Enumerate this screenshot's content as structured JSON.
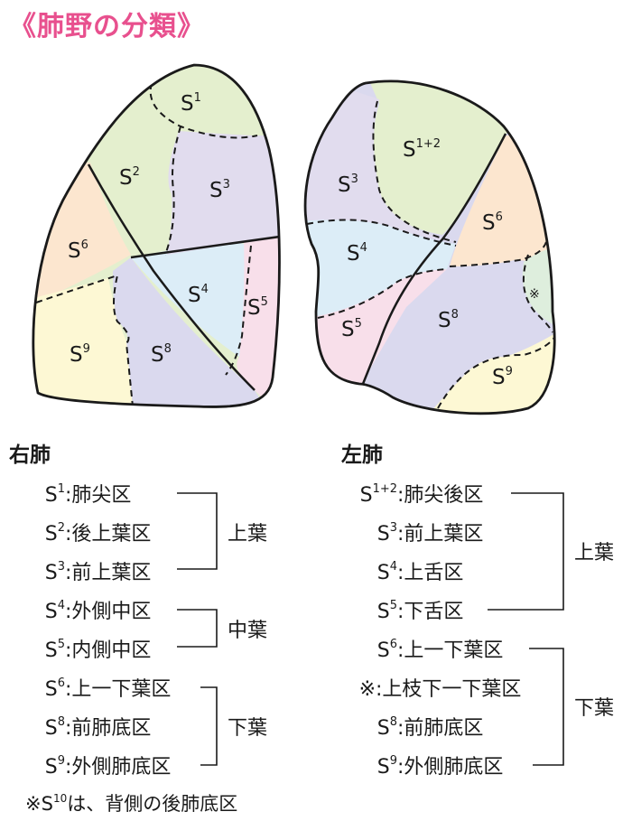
{
  "title": "《肺野の分類》",
  "segments": {
    "right": {
      "s1": {
        "base": "S",
        "sup": "1"
      },
      "s2": {
        "base": "S",
        "sup": "2"
      },
      "s3": {
        "base": "S",
        "sup": "3"
      },
      "s4": {
        "base": "S",
        "sup": "4"
      },
      "s5": {
        "base": "S",
        "sup": "5"
      },
      "s6": {
        "base": "S",
        "sup": "6"
      },
      "s8": {
        "base": "S",
        "sup": "8"
      },
      "s9": {
        "base": "S",
        "sup": "9"
      }
    },
    "left": {
      "s1_2": {
        "base": "S",
        "sup": "1+2"
      },
      "s3": {
        "base": "S",
        "sup": "3"
      },
      "s4": {
        "base": "S",
        "sup": "4"
      },
      "s5": {
        "base": "S",
        "sup": "5"
      },
      "s6": {
        "base": "S",
        "sup": "6"
      },
      "s8": {
        "base": "S",
        "sup": "8"
      },
      "s9": {
        "base": "S",
        "sup": "9"
      },
      "mark": "※"
    }
  },
  "colors": {
    "title": "#e8508e",
    "green": "#e4efce",
    "purple": "#e1dcee",
    "blue": "#dcedf7",
    "pink": "#f8dfea",
    "orange": "#fce6cf",
    "lavender": "#dad9ee",
    "yellow": "#fdf8d4",
    "light_green": "#deeedd"
  },
  "legend": {
    "right": {
      "title": "右肺",
      "rows": [
        {
          "base": "S",
          "sup": "1",
          "name": ":肺尖区"
        },
        {
          "base": "S",
          "sup": "2",
          "name": ":後上葉区"
        },
        {
          "base": "S",
          "sup": "3",
          "name": ":前上葉区"
        },
        {
          "base": "S",
          "sup": "4",
          "name": ":外側中区"
        },
        {
          "base": "S",
          "sup": "5",
          "name": ":内側中区"
        },
        {
          "base": "S",
          "sup": "6",
          "name": ":上一下葉区"
        },
        {
          "base": "S",
          "sup": "8",
          "name": ":前肺底区"
        },
        {
          "base": "S",
          "sup": "9",
          "name": ":外側肺底区"
        }
      ],
      "lobes": [
        "上葉",
        "中葉",
        "下葉"
      ],
      "note": {
        "prefix": "※S",
        "sup": "10",
        "suffix": "は、背側の後肺底区"
      }
    },
    "left": {
      "title": "左肺",
      "rows": [
        {
          "base": "S",
          "sup": "1+2",
          "name": ":肺尖後区"
        },
        {
          "base": "S",
          "sup": "3",
          "name": ":前上葉区"
        },
        {
          "base": "S",
          "sup": "4",
          "name": ":上舌区"
        },
        {
          "base": "S",
          "sup": "5",
          "name": ":下舌区"
        },
        {
          "base": "S",
          "sup": "6",
          "name": ":上一下葉区"
        },
        {
          "base": "※",
          "sup": "",
          "name": ":上枝下一下葉区"
        },
        {
          "base": "S",
          "sup": "8",
          "name": ":前肺底区"
        },
        {
          "base": "S",
          "sup": "9",
          "name": ":外側肺底区"
        }
      ],
      "lobes": [
        "上葉",
        "下葉"
      ]
    }
  }
}
